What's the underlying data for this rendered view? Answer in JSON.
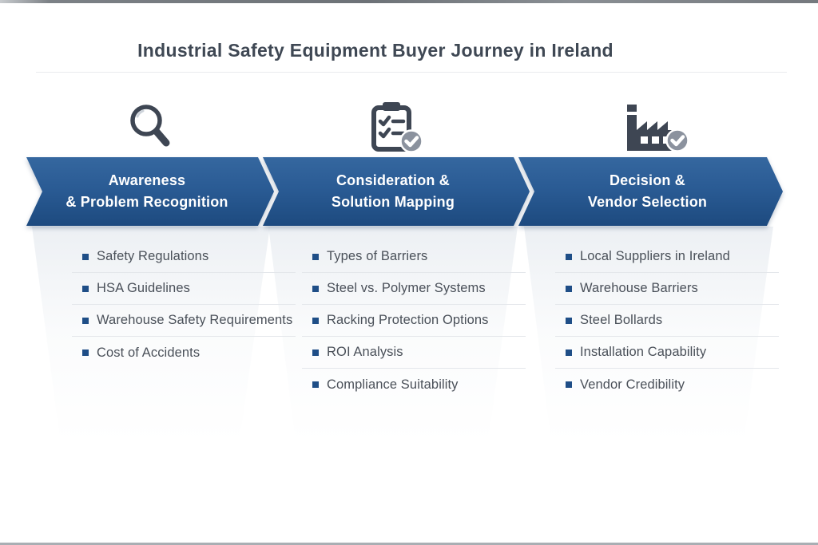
{
  "page": {
    "title": "Industrial Safety Equipment Buyer Journey in Ireland"
  },
  "colors": {
    "band_top": "#35679f",
    "band_bottom": "#1d4a7f",
    "icon_slate": "#3e4653",
    "check_circle_gray": "#8b929e",
    "bullet_blue": "#1f4e87",
    "list_text": "#4a5059",
    "title_text": "#3f4854"
  },
  "stages": [
    {
      "icon": "magnifier-icon",
      "title_line1": "Awareness",
      "title_line2": "& Problem Recognition",
      "items": [
        "Safety Regulations",
        "HSA Guidelines",
        "Warehouse Safety Requirements",
        "Cost of Accidents"
      ]
    },
    {
      "icon": "clipboard-check-icon",
      "title_line1": "Consideration &",
      "title_line2": "Solution Mapping",
      "items": [
        "Types of Barriers",
        "Steel vs. Polymer Systems",
        "Racking Protection Options",
        "ROI Analysis",
        "Compliance Suitability"
      ]
    },
    {
      "icon": "factory-check-icon",
      "title_line1": "Decision &",
      "title_line2": "Vendor Selection",
      "items": [
        "Local Suppliers in Ireland",
        "Warehouse Barriers",
        "Steel Bollards",
        "Installation Capability",
        "Vendor Credibility"
      ]
    }
  ]
}
